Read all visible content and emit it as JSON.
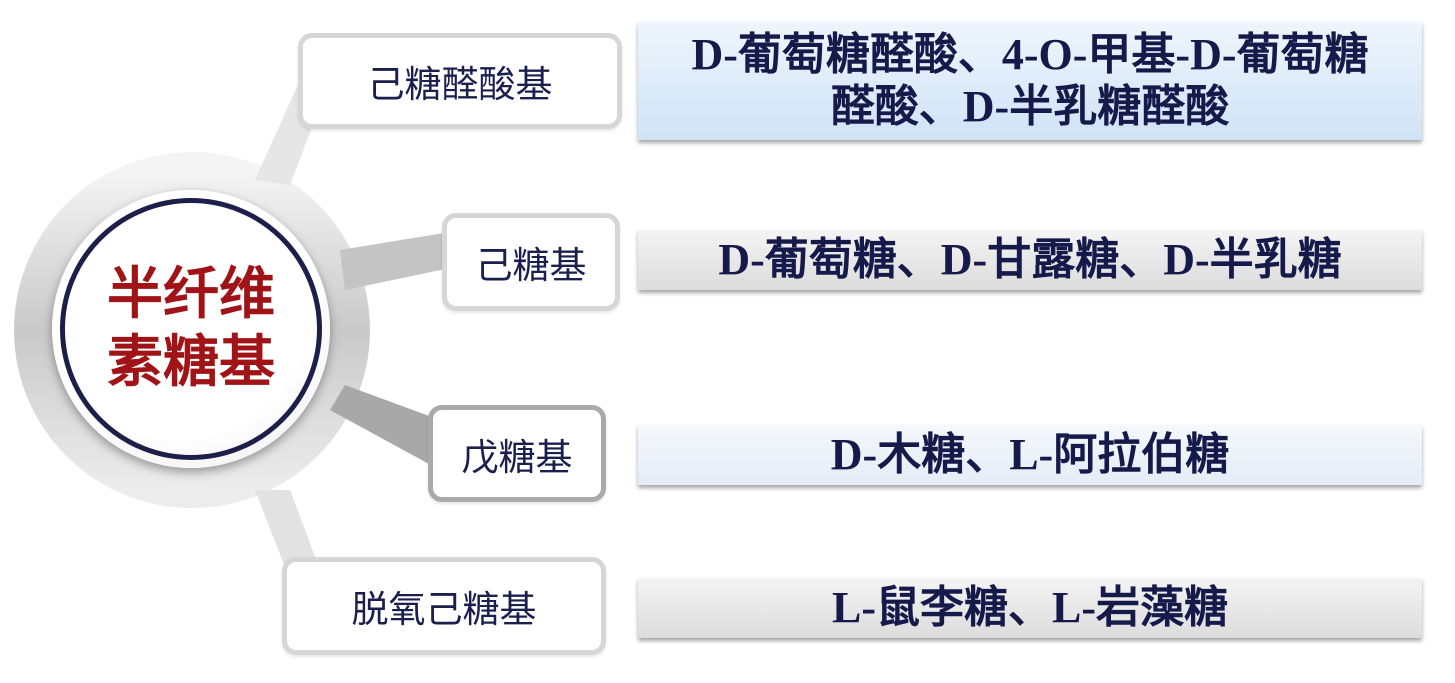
{
  "center": {
    "line1": "半纤维",
    "line2": "素糖基"
  },
  "branches": [
    {
      "label": "己糖醛酸基",
      "detail_line1": "D-葡萄糖醛酸、4-O-甲基-D-葡萄糖",
      "detail_line2": "醛酸、D-半乳糖醛酸"
    },
    {
      "label": "己糖基",
      "detail_line1": "D-葡萄糖、D-甘露糖、D-半乳糖"
    },
    {
      "label": "戊糖基",
      "detail_line1": "D-木糖、L-阿拉伯糖"
    },
    {
      "label": "脱氧己糖基",
      "detail_line1": "L-鼠李糖、L-岩藻糖"
    }
  ],
  "colors": {
    "title": "#a01418",
    "text": "#1a1f4e",
    "ring": "#1c1f4a"
  }
}
